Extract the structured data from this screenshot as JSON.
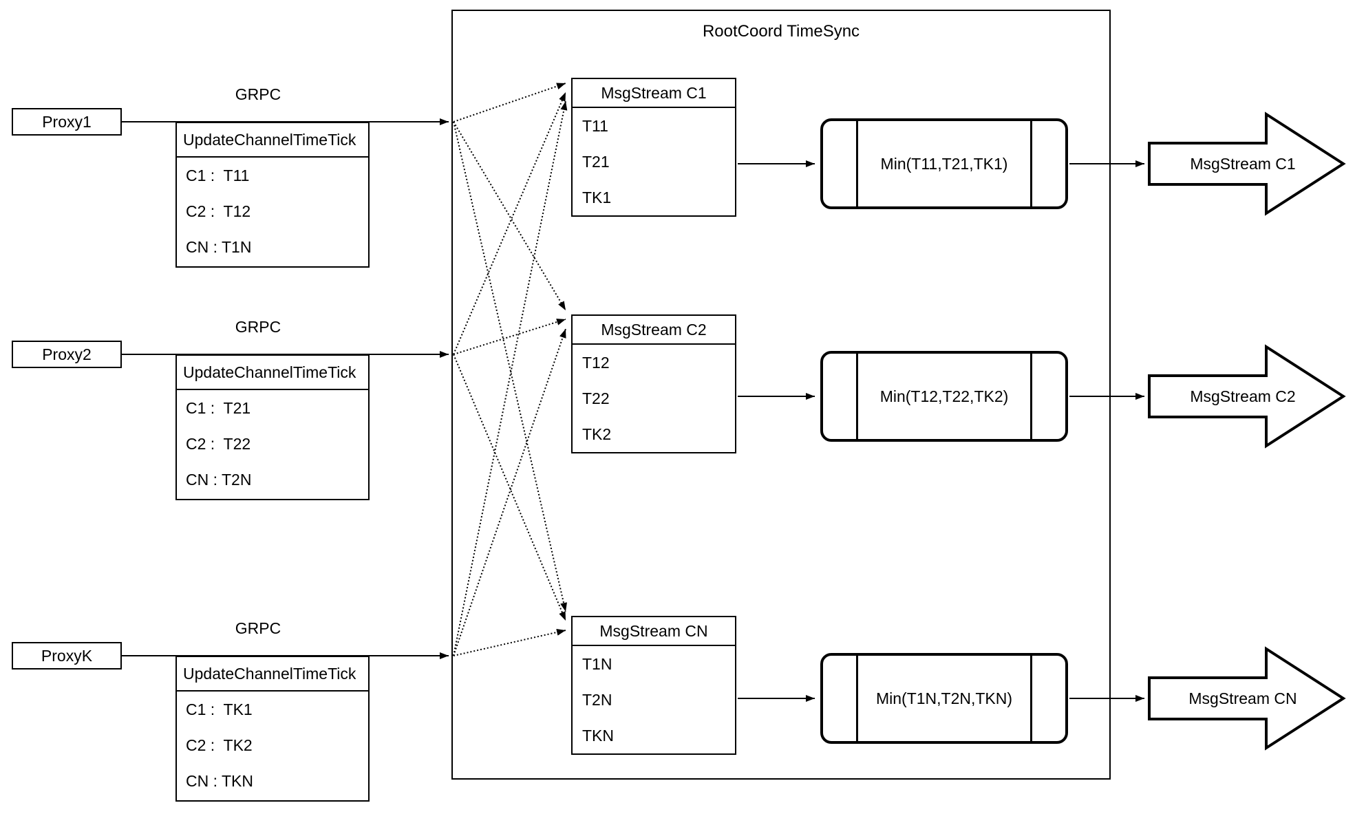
{
  "diagram": {
    "colors": {
      "line": "#000000",
      "background": "#ffffff"
    },
    "rootcoord": {
      "title": "RootCoord TimeSync"
    },
    "proxies": [
      {
        "label": "Proxy1",
        "grpc_label": "GRPC",
        "table": {
          "header": "UpdateChannelTimeTick",
          "rows": [
            "C1 :  T11",
            "C2 :  T12",
            "CN : T1N"
          ]
        }
      },
      {
        "label": "Proxy2",
        "grpc_label": "GRPC",
        "table": {
          "header": "UpdateChannelTimeTick",
          "rows": [
            "C1 :  T21",
            "C2 :  T22",
            "CN : T2N"
          ]
        }
      },
      {
        "label": "ProxyK",
        "grpc_label": "GRPC",
        "table": {
          "header": "UpdateChannelTimeTick",
          "rows": [
            "C1 :  TK1",
            "C2 :  TK2",
            "CN : TKN"
          ]
        }
      }
    ],
    "streams": [
      {
        "header": "MsgStream C1",
        "rows": [
          "T11",
          "T21",
          "TK1"
        ],
        "min_label": "Min(T11,T21,TK1)",
        "out_label": "MsgStream C1"
      },
      {
        "header": "MsgStream C2",
        "rows": [
          "T12",
          "T22",
          "TK2"
        ],
        "min_label": "Min(T12,T22,TK2)",
        "out_label": "MsgStream C2"
      },
      {
        "header": "MsgStream CN",
        "rows": [
          "T1N",
          "T2N",
          "TKN"
        ],
        "min_label": "Min(T1N,T2N,TKN)",
        "out_label": "MsgStream CN"
      }
    ]
  }
}
